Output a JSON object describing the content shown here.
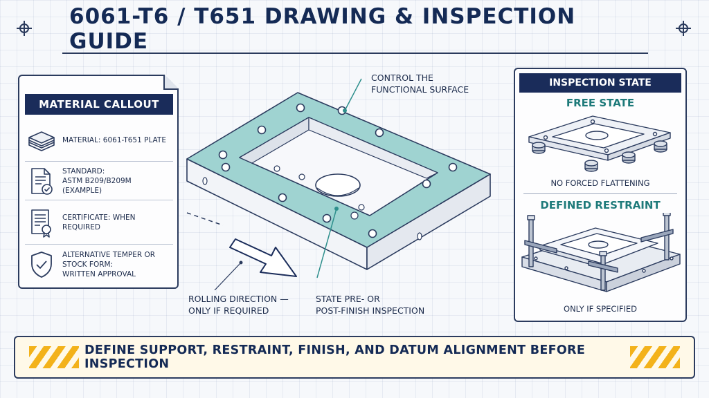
{
  "title": "6061-T6 / T651 DRAWING & INSPECTION GUIDE",
  "material_callout": {
    "header": "MATERIAL CALLOUT",
    "items": [
      {
        "icon": "plate-stack-icon",
        "text": "MATERIAL: 6061-T651 PLATE"
      },
      {
        "icon": "document-check-icon",
        "text_line1": "STANDARD:",
        "text_line2": "ASTM B209/B209M (EXAMPLE)"
      },
      {
        "icon": "certificate-icon",
        "text": "CERTIFICATE: WHEN REQUIRED"
      },
      {
        "icon": "shield-check-icon",
        "text_line1": "ALTERNATIVE TEMPER OR STOCK FORM:",
        "text_line2": "WRITTEN APPROVAL"
      }
    ]
  },
  "part_labels": {
    "functional_surface_line1": "CONTROL THE",
    "functional_surface_line2": "FUNCTIONAL SURFACE",
    "rolling_line1": "ROLLING DIRECTION —",
    "rolling_line2": "ONLY IF REQUIRED",
    "state_line1": "STATE PRE- OR",
    "state_line2": "POST-FINISH INSPECTION"
  },
  "inspection_state": {
    "header": "INSPECTION STATE",
    "free_state_title": "FREE STATE",
    "free_state_caption": "NO FORCED FLATTENING",
    "restraint_title": "DEFINED RESTRAINT",
    "restraint_caption": "ONLY IF SPECIFIED"
  },
  "banner": {
    "text": "DEFINE SUPPORT, RESTRAINT, FINISH, AND DATUM ALIGNMENT BEFORE INSPECTION"
  },
  "colors": {
    "navy": "#1a2c5a",
    "teal_surface": "#9fd3d1",
    "teal_text": "#1e7a7a",
    "hazard_yellow": "#f3b21a"
  }
}
